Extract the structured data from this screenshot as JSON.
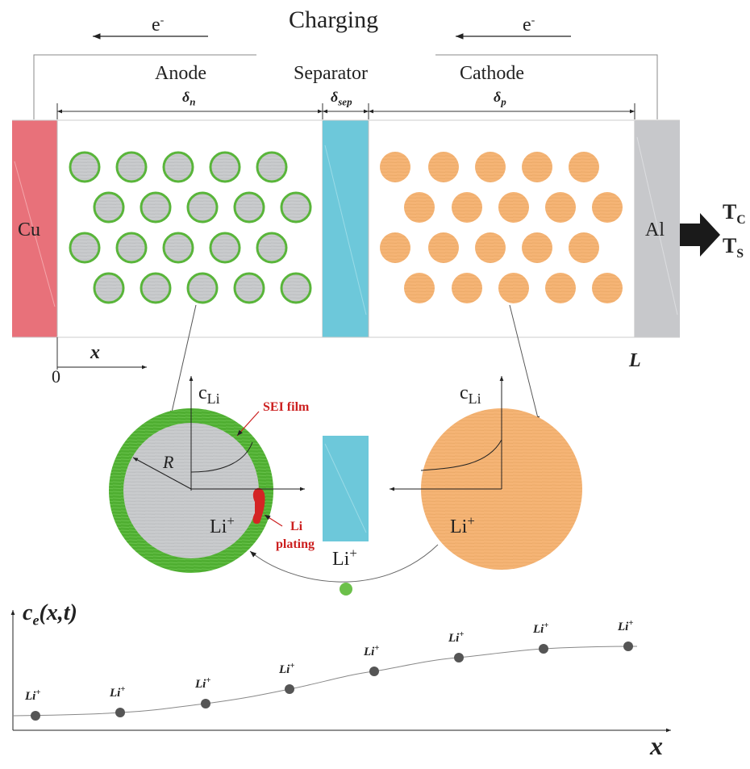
{
  "title": "Charging",
  "electron_label": "e",
  "electron_sup": "-",
  "regions": {
    "anode": "Anode",
    "separator": "Separator",
    "cathode": "Cathode"
  },
  "thickness": {
    "anode": {
      "sym": "δ",
      "sub": "n"
    },
    "separator": {
      "sym": "δ",
      "sub": "sep"
    },
    "cathode": {
      "sym": "δ",
      "sub": "p"
    }
  },
  "collectors": {
    "left": "Cu",
    "right": "Al"
  },
  "temperatures": {
    "core": {
      "sym": "T",
      "sub": "C"
    },
    "surface": {
      "sym": "T",
      "sub": "S"
    }
  },
  "axis": {
    "x": "x",
    "origin": "0",
    "length": "L"
  },
  "particles": {
    "concentration": {
      "main": "c",
      "sub": "Li"
    },
    "radius": "R",
    "sei_film": "SEI film",
    "li_plating": [
      "Li",
      "plating"
    ],
    "ion": {
      "main": "Li",
      "sup": "+"
    }
  },
  "profile": {
    "ylabel": "c",
    "ylabel_sub": "e",
    "ylabel_args": "(x,t)",
    "xlabel": "x",
    "ion_label": {
      "main": "Li",
      "sup": "+"
    },
    "ion_count": 8
  },
  "colors": {
    "copper": "#e8717a",
    "aluminum": "#c7c8cb",
    "separator": "#6dc8da",
    "anode_particle": "#c9cbcd",
    "anode_ring": "#59b53a",
    "cathode_particle": "#f5b475",
    "plating": "#d42424",
    "electrolyte_ion": "#6cc04a",
    "profile_dot": "#555555"
  }
}
